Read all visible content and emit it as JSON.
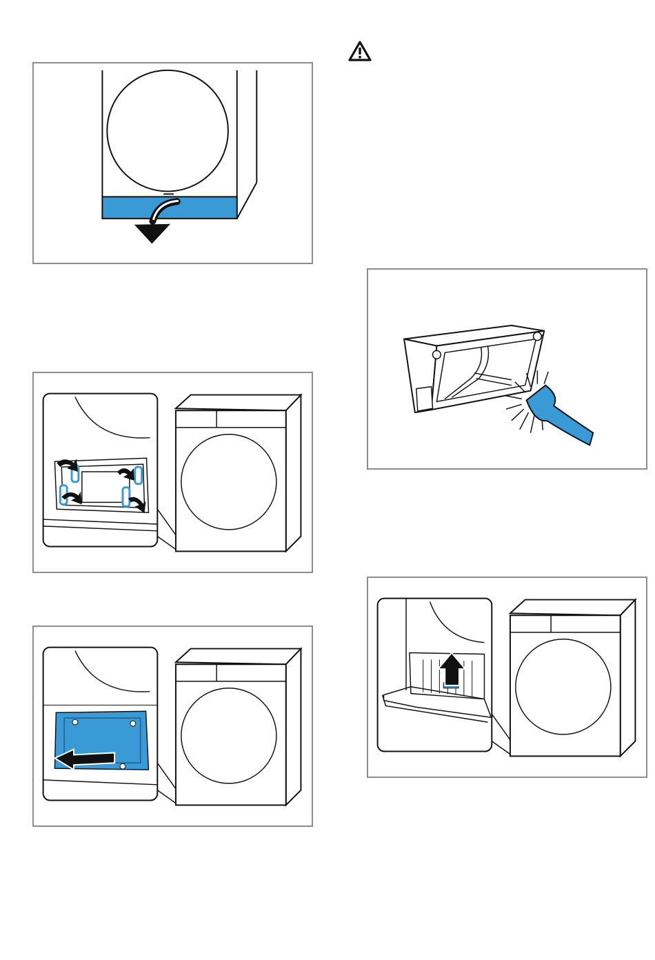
{
  "page": {
    "background": "#ffffff",
    "warning_icon": "warning-triangle-icon",
    "colors": {
      "frame": "#8d8d8d",
      "accent_blue": "#3a9ad6",
      "line": "#111111"
    }
  },
  "figures": [
    {
      "id": "fig-open-flap",
      "depicts": "dryer-front-flap-tipping-open",
      "icon": "curved-arrow-down-icon"
    },
    {
      "id": "fig-release-latches",
      "depicts": "four-latches-turning-on-filter-cover",
      "icon": "rotate-arrow-icon"
    },
    {
      "id": "fig-remove-cover",
      "depicts": "filter-cover-pulled-out",
      "icon": "arrow-left-icon"
    },
    {
      "id": "fig-clean-filter",
      "depicts": "brush-cleaning-filter-frame",
      "icon": "brush-icon"
    },
    {
      "id": "fig-insert-filter",
      "depicts": "filter-pushed-into-slot",
      "icon": "arrow-up-icon"
    }
  ]
}
